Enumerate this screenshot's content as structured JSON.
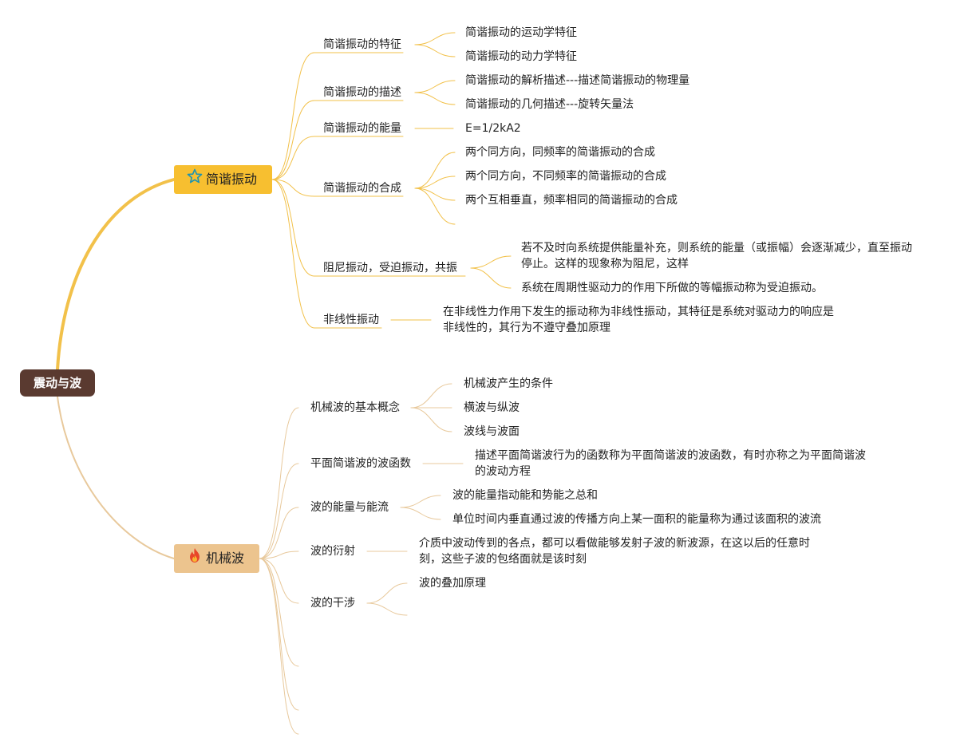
{
  "root": {
    "label": "震动与波"
  },
  "branches": [
    {
      "label": "简谐振动",
      "icon": "star-icon",
      "color": "#f7bf30",
      "line_color": "#f2c14a",
      "children": [
        {
          "label": "简谐振动的特征",
          "children": [
            "简谐振动的运动学特征",
            "简谐振动的动力学特征"
          ]
        },
        {
          "label": "简谐振动的描述",
          "children": [
            "简谐振动的解析描述---描述简谐振动的物理量",
            "简谐振动的几何描述---旋转矢量法"
          ]
        },
        {
          "label": "简谐振动的能量",
          "children": [
            "E=1/2kA2"
          ]
        },
        {
          "label": "简谐振动的合成",
          "children": [
            "两个同方向，同频率的简谐振动的合成",
            "两个同方向，不同频率的简谐振动的合成",
            "两个互相垂直，频率相同的简谐振动的合成",
            ""
          ]
        },
        {
          "label": "阻尼振动，受迫振动，共振",
          "children": [
            "若不及时向系统提供能量补充，则系统的能量（或振幅）会逐渐减少，直至振动停止。这样的现象称为阻尼，这样",
            "系统在周期性驱动力的作用下所做的等幅振动称为受迫振动。"
          ]
        },
        {
          "label": "非线性振动",
          "children": [
            "在非线性力作用下发生的振动称为非线性振动，其特征是系统对驱动力的响应是非线性的，其行为不遵守叠加原理"
          ]
        }
      ]
    },
    {
      "label": "机械波",
      "icon": "fire-icon",
      "color": "#ecc48e",
      "line_color": "#e8c99c",
      "children": [
        {
          "label": "机械波的基本概念",
          "children": [
            "机械波产生的条件",
            "横波与纵波",
            "波线与波面"
          ]
        },
        {
          "label": "平面简谐波的波函数",
          "children": [
            "描述平面简谐波行为的函数称为平面简谐波的波函数，有时亦称之为平面简谐波的波动方程"
          ]
        },
        {
          "label": "波的能量与能流",
          "children": [
            "波的能量指动能和势能之总和",
            "单位时间内垂直通过波的传播方向上某一面积的能量称为通过该面积的波流"
          ]
        },
        {
          "label": "波的衍射",
          "children": [
            "介质中波动传到的各点，都可以看做能够发射子波的新波源，在这以后的任意时刻，这些子波的包络面就是该时刻"
          ]
        },
        {
          "label": "波的干涉",
          "children": [
            "波的叠加原理",
            ""
          ]
        },
        {
          "label": "",
          "children": []
        },
        {
          "label": "",
          "children": []
        },
        {
          "label": "",
          "children": []
        }
      ]
    }
  ]
}
